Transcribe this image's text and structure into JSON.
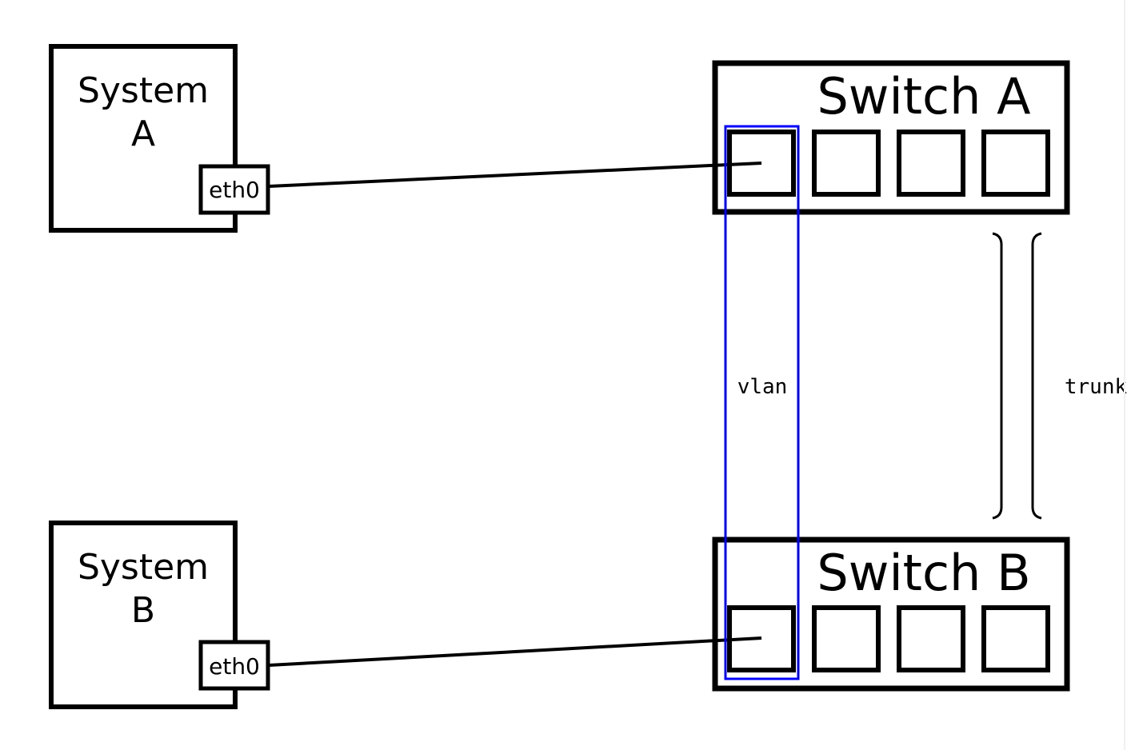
{
  "colors": {
    "stroke": "#000000",
    "vlan_highlight": "#0000ff",
    "background": "#ffffff"
  },
  "systems": {
    "a": {
      "name_line1": "System",
      "name_line2": "A",
      "port": "eth0"
    },
    "b": {
      "name_line1": "System",
      "name_line2": "B",
      "port": "eth0"
    }
  },
  "switches": {
    "a": {
      "name": "Switch A",
      "port_count": 4
    },
    "b": {
      "name": "Switch B",
      "port_count": 4
    }
  },
  "links": {
    "vlan_label": "vlan",
    "trunk_label": "trunk"
  }
}
